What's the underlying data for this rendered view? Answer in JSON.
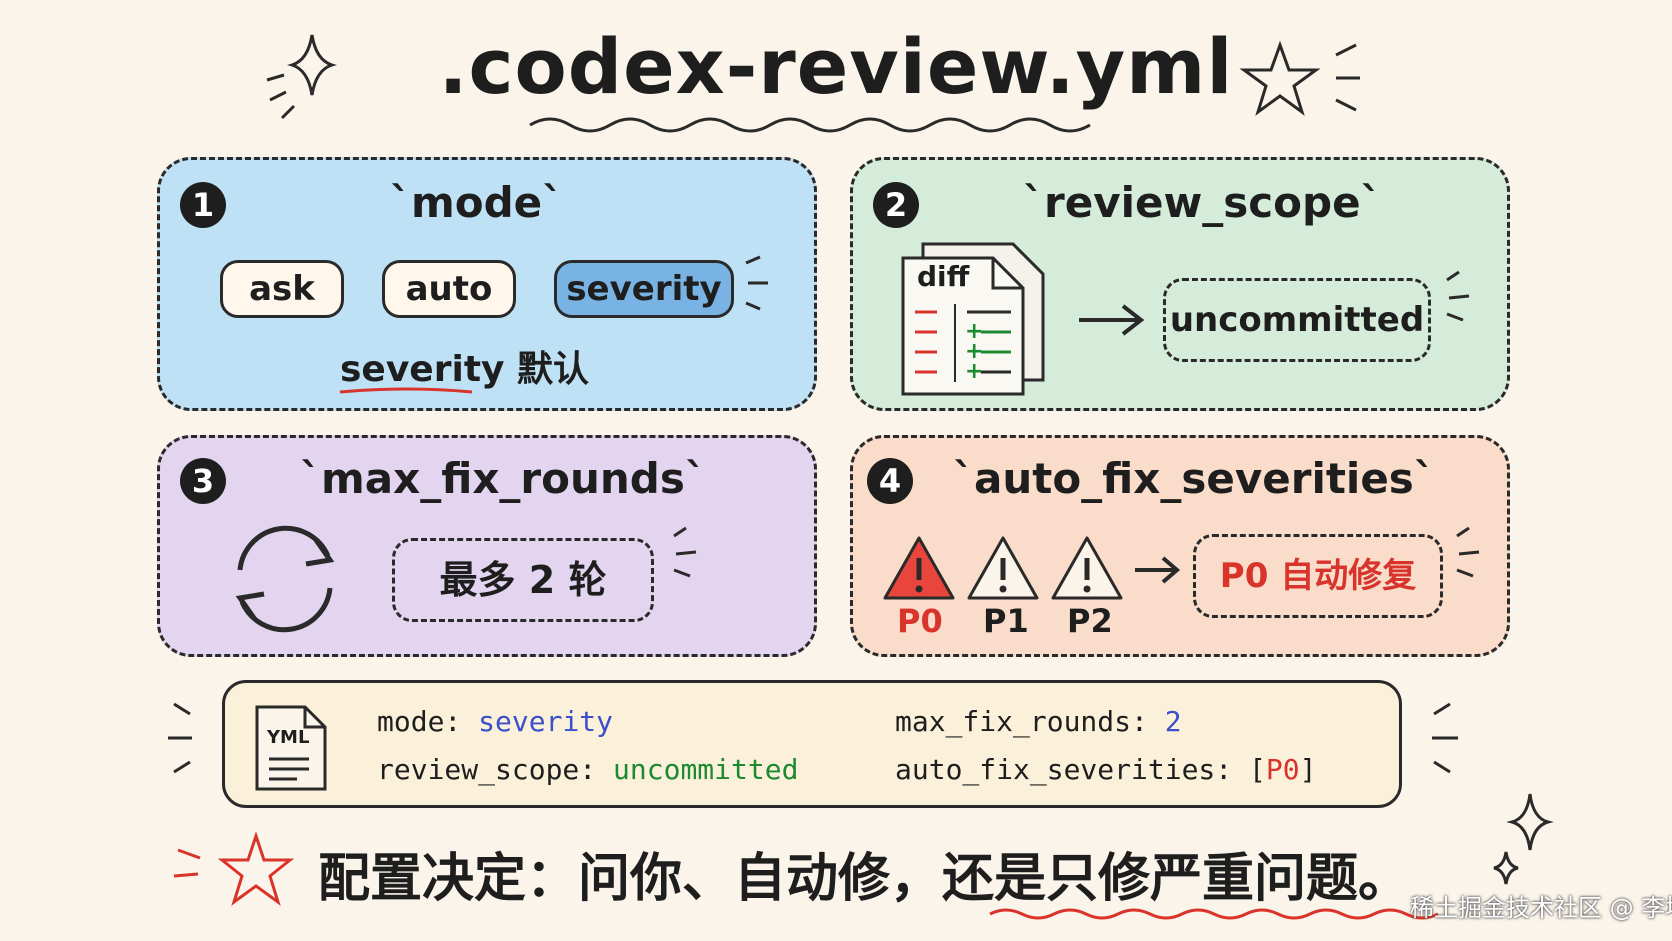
{
  "title": ".codex-review.yml",
  "panels": [
    {
      "num": "1",
      "title": "`mode`",
      "options": [
        "ask",
        "auto",
        "severity"
      ],
      "selected": "severity",
      "note_en": "severity",
      "note_zh": "默认"
    },
    {
      "num": "2",
      "title": "`review_scope`",
      "file_label": "diff",
      "target": "uncommitted"
    },
    {
      "num": "3",
      "title": "`max_fix_rounds`",
      "limit": "最多 2 轮"
    },
    {
      "num": "4",
      "title": "`auto_fix_severities`",
      "levels": [
        "P0",
        "P1",
        "P2"
      ],
      "result": "P0 自动修复"
    }
  ],
  "config": {
    "file_icon_label": "YML",
    "mode_key": "mode:",
    "mode_value": "severity",
    "scope_key": "review_scope:",
    "scope_value": "uncommitted",
    "rounds_key": "max_fix_rounds:",
    "rounds_value": "2",
    "sev_key": "auto_fix_severities:",
    "sev_open": "[",
    "sev_value": "P0",
    "sev_close": "]"
  },
  "bottom_line": "配置决定：问你、自动修，还是只修严重问题。",
  "watermark": "稀土掘金技术社区 @ 李坤",
  "colors": {
    "blue_panel": "#bfe1f5",
    "green_panel": "#d5ecda",
    "purple_panel": "#e3d5f0",
    "orange_panel": "#f9dcc9",
    "selected_pill": "#79b3e3",
    "red_accent": "#d9342b",
    "value_blue": "#3a4fc9",
    "value_green": "#1d8a2f"
  }
}
